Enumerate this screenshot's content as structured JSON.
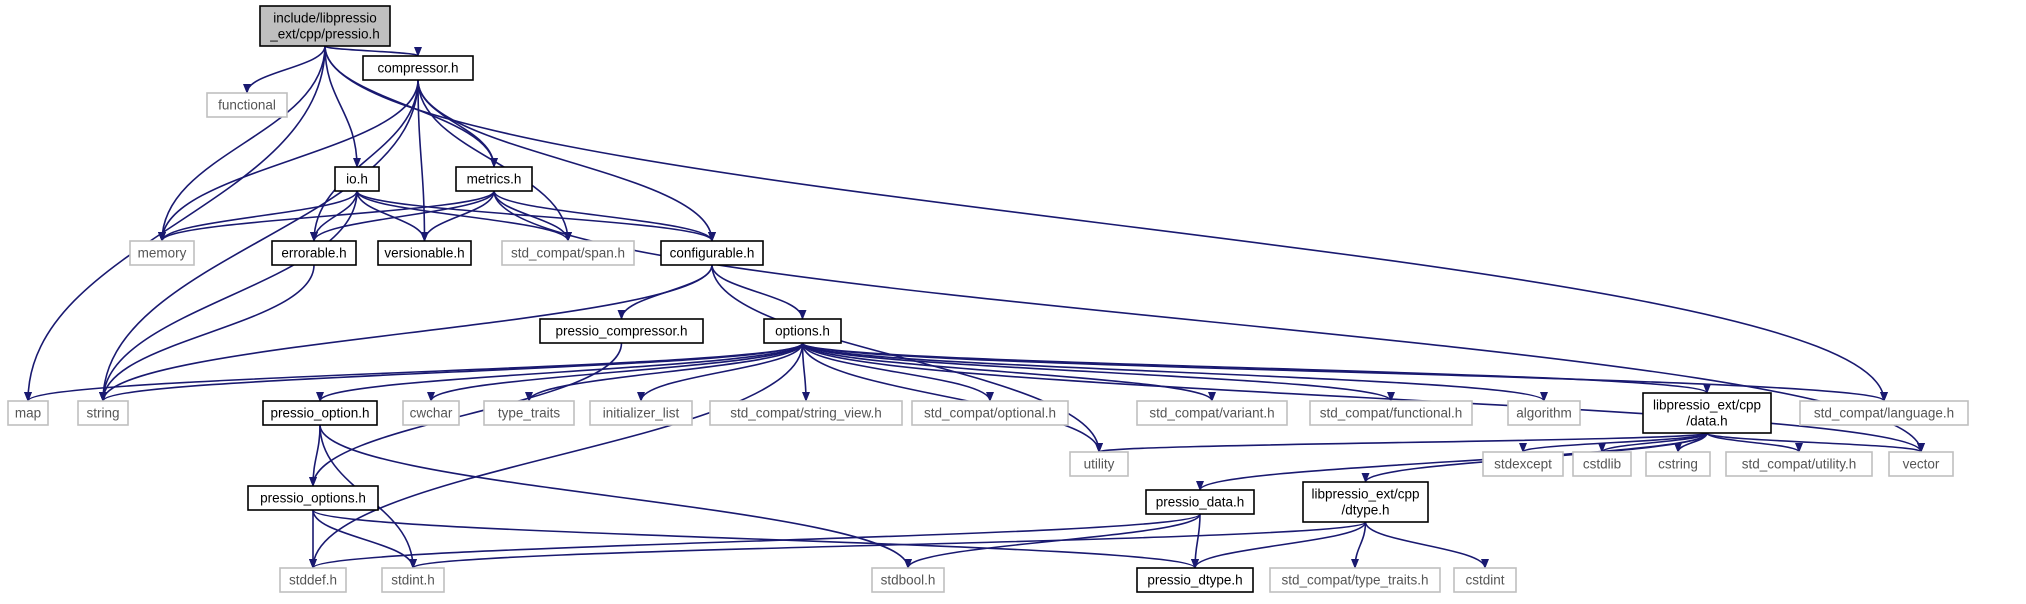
{
  "colors": {
    "edge": "#191970",
    "node_border_project": "#000000",
    "node_border_external": "#bfbfbf",
    "node_fill_root": "#bfbfbf",
    "node_fill": "#ffffff",
    "text_project": "#000000",
    "text_external": "#555555"
  },
  "nodes": [
    {
      "id": "pressio",
      "lines": [
        "include/libpressio",
        "_ext/cpp/pressio.h"
      ],
      "kind": "root"
    },
    {
      "id": "functional",
      "lines": [
        "functional"
      ],
      "kind": "external"
    },
    {
      "id": "compressor",
      "lines": [
        "compressor.h"
      ],
      "kind": "project"
    },
    {
      "id": "io",
      "lines": [
        "io.h"
      ],
      "kind": "project"
    },
    {
      "id": "metrics",
      "lines": [
        "metrics.h"
      ],
      "kind": "project"
    },
    {
      "id": "memory",
      "lines": [
        "memory"
      ],
      "kind": "external"
    },
    {
      "id": "errorable",
      "lines": [
        "errorable.h"
      ],
      "kind": "project"
    },
    {
      "id": "versionable",
      "lines": [
        "versionable.h"
      ],
      "kind": "project"
    },
    {
      "id": "span",
      "lines": [
        "std_compat/span.h"
      ],
      "kind": "external"
    },
    {
      "id": "configurable",
      "lines": [
        "configurable.h"
      ],
      "kind": "project"
    },
    {
      "id": "pressio_compressor",
      "lines": [
        "pressio_compressor.h"
      ],
      "kind": "project"
    },
    {
      "id": "options",
      "lines": [
        "options.h"
      ],
      "kind": "project"
    },
    {
      "id": "map",
      "lines": [
        "map"
      ],
      "kind": "external"
    },
    {
      "id": "string",
      "lines": [
        "string"
      ],
      "kind": "external"
    },
    {
      "id": "pressio_option",
      "lines": [
        "pressio_option.h"
      ],
      "kind": "project"
    },
    {
      "id": "cwchar",
      "lines": [
        "cwchar"
      ],
      "kind": "external"
    },
    {
      "id": "type_traits",
      "lines": [
        "type_traits"
      ],
      "kind": "external"
    },
    {
      "id": "initializer_list",
      "lines": [
        "initializer_list"
      ],
      "kind": "external"
    },
    {
      "id": "string_view",
      "lines": [
        "std_compat/string_view.h"
      ],
      "kind": "external"
    },
    {
      "id": "optional",
      "lines": [
        "std_compat/optional.h"
      ],
      "kind": "external"
    },
    {
      "id": "variant",
      "lines": [
        "std_compat/variant.h"
      ],
      "kind": "external"
    },
    {
      "id": "sc_functional",
      "lines": [
        "std_compat/functional.h"
      ],
      "kind": "external"
    },
    {
      "id": "algorithm",
      "lines": [
        "algorithm"
      ],
      "kind": "external"
    },
    {
      "id": "data",
      "lines": [
        "libpressio_ext/cpp",
        "/data.h"
      ],
      "kind": "project"
    },
    {
      "id": "language",
      "lines": [
        "std_compat/language.h"
      ],
      "kind": "external"
    },
    {
      "id": "pressio_options",
      "lines": [
        "pressio_options.h"
      ],
      "kind": "project"
    },
    {
      "id": "utility",
      "lines": [
        "utility"
      ],
      "kind": "external"
    },
    {
      "id": "pressio_data",
      "lines": [
        "pressio_data.h"
      ],
      "kind": "project"
    },
    {
      "id": "dtype",
      "lines": [
        "libpressio_ext/cpp",
        "/dtype.h"
      ],
      "kind": "project"
    },
    {
      "id": "stdexcept",
      "lines": [
        "stdexcept"
      ],
      "kind": "external"
    },
    {
      "id": "cstdlib",
      "lines": [
        "cstdlib"
      ],
      "kind": "external"
    },
    {
      "id": "cstring",
      "lines": [
        "cstring"
      ],
      "kind": "external"
    },
    {
      "id": "sc_utility",
      "lines": [
        "std_compat/utility.h"
      ],
      "kind": "external"
    },
    {
      "id": "vector",
      "lines": [
        "vector"
      ],
      "kind": "external"
    },
    {
      "id": "stddef",
      "lines": [
        "stddef.h"
      ],
      "kind": "external"
    },
    {
      "id": "stdint",
      "lines": [
        "stdint.h"
      ],
      "kind": "external"
    },
    {
      "id": "stdbool",
      "lines": [
        "stdbool.h"
      ],
      "kind": "external"
    },
    {
      "id": "pressio_dtype",
      "lines": [
        "pressio_dtype.h"
      ],
      "kind": "project"
    },
    {
      "id": "sc_type_traits",
      "lines": [
        "std_compat/type_traits.h"
      ],
      "kind": "external"
    },
    {
      "id": "cstdint",
      "lines": [
        "cstdint"
      ],
      "kind": "external"
    }
  ],
  "edges": [
    [
      "pressio",
      "map"
    ],
    [
      "pressio",
      "functional"
    ],
    [
      "pressio",
      "memory"
    ],
    [
      "pressio",
      "compressor"
    ],
    [
      "pressio",
      "io"
    ],
    [
      "pressio",
      "metrics"
    ],
    [
      "pressio",
      "language"
    ],
    [
      "compressor",
      "memory"
    ],
    [
      "compressor",
      "string"
    ],
    [
      "compressor",
      "errorable"
    ],
    [
      "compressor",
      "versionable"
    ],
    [
      "compressor",
      "metrics"
    ],
    [
      "compressor",
      "span"
    ],
    [
      "compressor",
      "configurable"
    ],
    [
      "io",
      "memory"
    ],
    [
      "io",
      "string"
    ],
    [
      "io",
      "errorable"
    ],
    [
      "io",
      "versionable"
    ],
    [
      "io",
      "span"
    ],
    [
      "io",
      "configurable"
    ],
    [
      "metrics",
      "memory"
    ],
    [
      "metrics",
      "errorable"
    ],
    [
      "metrics",
      "versionable"
    ],
    [
      "metrics",
      "span"
    ],
    [
      "metrics",
      "configurable"
    ],
    [
      "metrics",
      "vector"
    ],
    [
      "errorable",
      "string"
    ],
    [
      "configurable",
      "string"
    ],
    [
      "configurable",
      "pressio_compressor"
    ],
    [
      "configurable",
      "options"
    ],
    [
      "configurable",
      "utility"
    ],
    [
      "pressio_compressor",
      "pressio_options"
    ],
    [
      "options",
      "map"
    ],
    [
      "options",
      "string"
    ],
    [
      "options",
      "stddef"
    ],
    [
      "options",
      "pressio_option"
    ],
    [
      "options",
      "cwchar"
    ],
    [
      "options",
      "type_traits"
    ],
    [
      "options",
      "initializer_list"
    ],
    [
      "options",
      "string_view"
    ],
    [
      "options",
      "optional"
    ],
    [
      "options",
      "variant"
    ],
    [
      "options",
      "sc_functional"
    ],
    [
      "options",
      "algorithm"
    ],
    [
      "options",
      "data"
    ],
    [
      "options",
      "language"
    ],
    [
      "options",
      "vector"
    ],
    [
      "options",
      "utility"
    ],
    [
      "pressio_option",
      "pressio_options"
    ],
    [
      "pressio_option",
      "stdint"
    ],
    [
      "pressio_option",
      "stdbool"
    ],
    [
      "pressio_options",
      "stddef"
    ],
    [
      "pressio_options",
      "stdint"
    ],
    [
      "pressio_options",
      "pressio_dtype"
    ],
    [
      "data",
      "utility"
    ],
    [
      "data",
      "pressio_data"
    ],
    [
      "data",
      "dtype"
    ],
    [
      "data",
      "stdexcept"
    ],
    [
      "data",
      "cstdlib"
    ],
    [
      "data",
      "cstring"
    ],
    [
      "data",
      "sc_utility"
    ],
    [
      "data",
      "vector"
    ],
    [
      "pressio_data",
      "stddef"
    ],
    [
      "pressio_data",
      "stdbool"
    ],
    [
      "pressio_data",
      "pressio_dtype"
    ],
    [
      "dtype",
      "stdint"
    ],
    [
      "dtype",
      "pressio_dtype"
    ],
    [
      "dtype",
      "sc_type_traits"
    ],
    [
      "dtype",
      "cstdint"
    ]
  ]
}
